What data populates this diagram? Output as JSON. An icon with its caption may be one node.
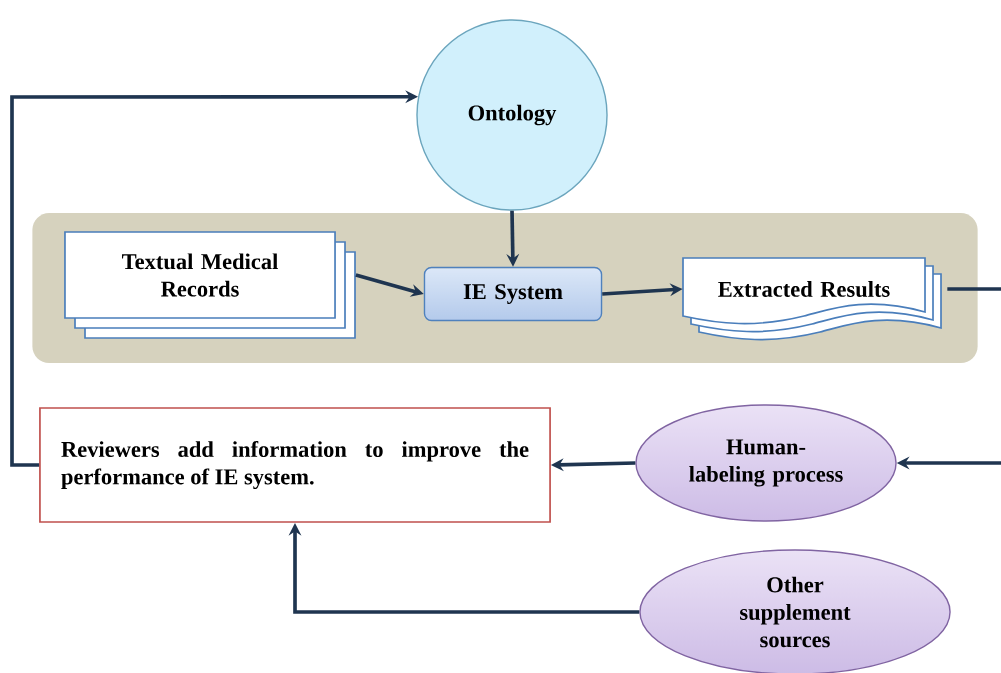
{
  "diagram": {
    "nodes": [
      {
        "text": [
          "Ontology"
        ]
      },
      {
        "text": [],
        "shape": "box"
      },
      {
        "text": [
          "Textual Medical Records"
        ],
        "in": 1
      },
      {
        "text": [
          "IE System"
        ],
        "in": 1
      },
      {
        "text": [
          "Extracted Results"
        ],
        "in": 1
      },
      {
        "text": [
          "Reviewers add information to improve the performance of IE system."
        ]
      },
      {
        "text": [
          "Human-labeling process"
        ]
      },
      {
        "text": [
          "Other supplement sources"
        ]
      }
    ],
    "edges": [
      {
        "from": 0,
        "to": 3,
        "arrow": "to"
      },
      {
        "from": 2,
        "to": 3,
        "arrow": "to"
      },
      {
        "from": 3,
        "to": 4,
        "arrow": "to"
      },
      {
        "from": 4,
        "to": 6,
        "arrow": "to"
      },
      {
        "from": 6,
        "to": 5,
        "arrow": "to"
      },
      {
        "from": 7,
        "to": 5,
        "arrow": "to"
      },
      {
        "from": 5,
        "to": 0,
        "arrow": "to"
      }
    ]
  }
}
